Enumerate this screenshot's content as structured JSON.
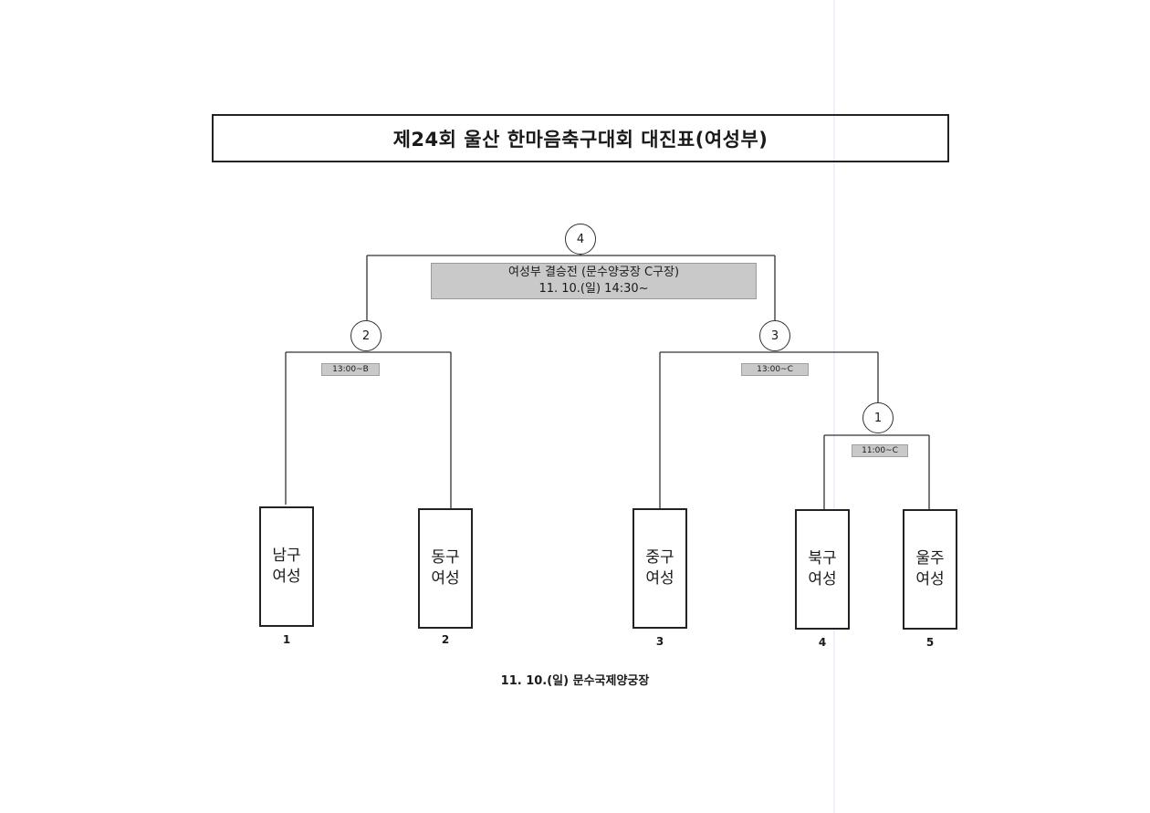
{
  "title": "제24회 울산 한마음축구대회 대진표(여성부)",
  "final": {
    "match_no": "4",
    "line1": "여성부 결승전 (문수양궁장 C구장)",
    "line2": "11. 10.(일) 14:30~"
  },
  "matches": [
    {
      "match_no": "2",
      "time": "13:00~B"
    },
    {
      "match_no": "3",
      "time": "13:00~C"
    },
    {
      "match_no": "1",
      "time": "11:00~C"
    }
  ],
  "teams": [
    {
      "line1": "남구",
      "line2": "여성",
      "seed": "1"
    },
    {
      "line1": "동구",
      "line2": "여성",
      "seed": "2"
    },
    {
      "line1": "중구",
      "line2": "여성",
      "seed": "3"
    },
    {
      "line1": "북구",
      "line2": "여성",
      "seed": "4"
    },
    {
      "line1": "울주",
      "line2": "여성",
      "seed": "5"
    }
  ],
  "footer": "11. 10.(일) 문수국제양궁장",
  "colors": {
    "line": "#333333",
    "banner": "#c9c9c9"
  }
}
